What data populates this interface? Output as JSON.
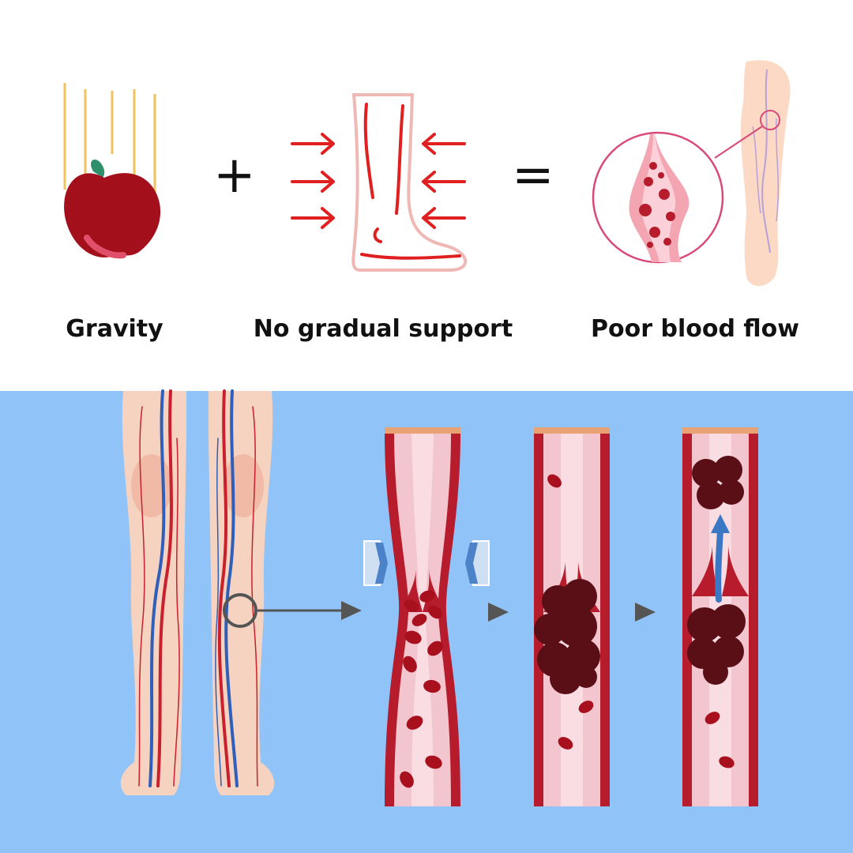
{
  "panels": [
    {
      "caption": "Gravity",
      "icon": "falling-apple-icon"
    },
    {
      "caption": "No gradual support",
      "icon": "compressed-leg-icon"
    },
    {
      "caption": "Poor blood flow",
      "icon": "leg-vein-clot-icon"
    }
  ],
  "operators": {
    "plus": "+",
    "equals": "="
  },
  "colors": {
    "background_bottom": "#90c3f8",
    "vessel_wall": "#b71c2c",
    "vessel_lumen": "#f3c6cf",
    "clot": "#5a0f16",
    "arrow_red": "#e02020",
    "arrow_gray": "#555555",
    "arrow_blue": "#3b78c4"
  },
  "stages": [
    {
      "name": "vein-compression"
    },
    {
      "name": "clot-formation"
    },
    {
      "name": "clot-detachment"
    }
  ]
}
